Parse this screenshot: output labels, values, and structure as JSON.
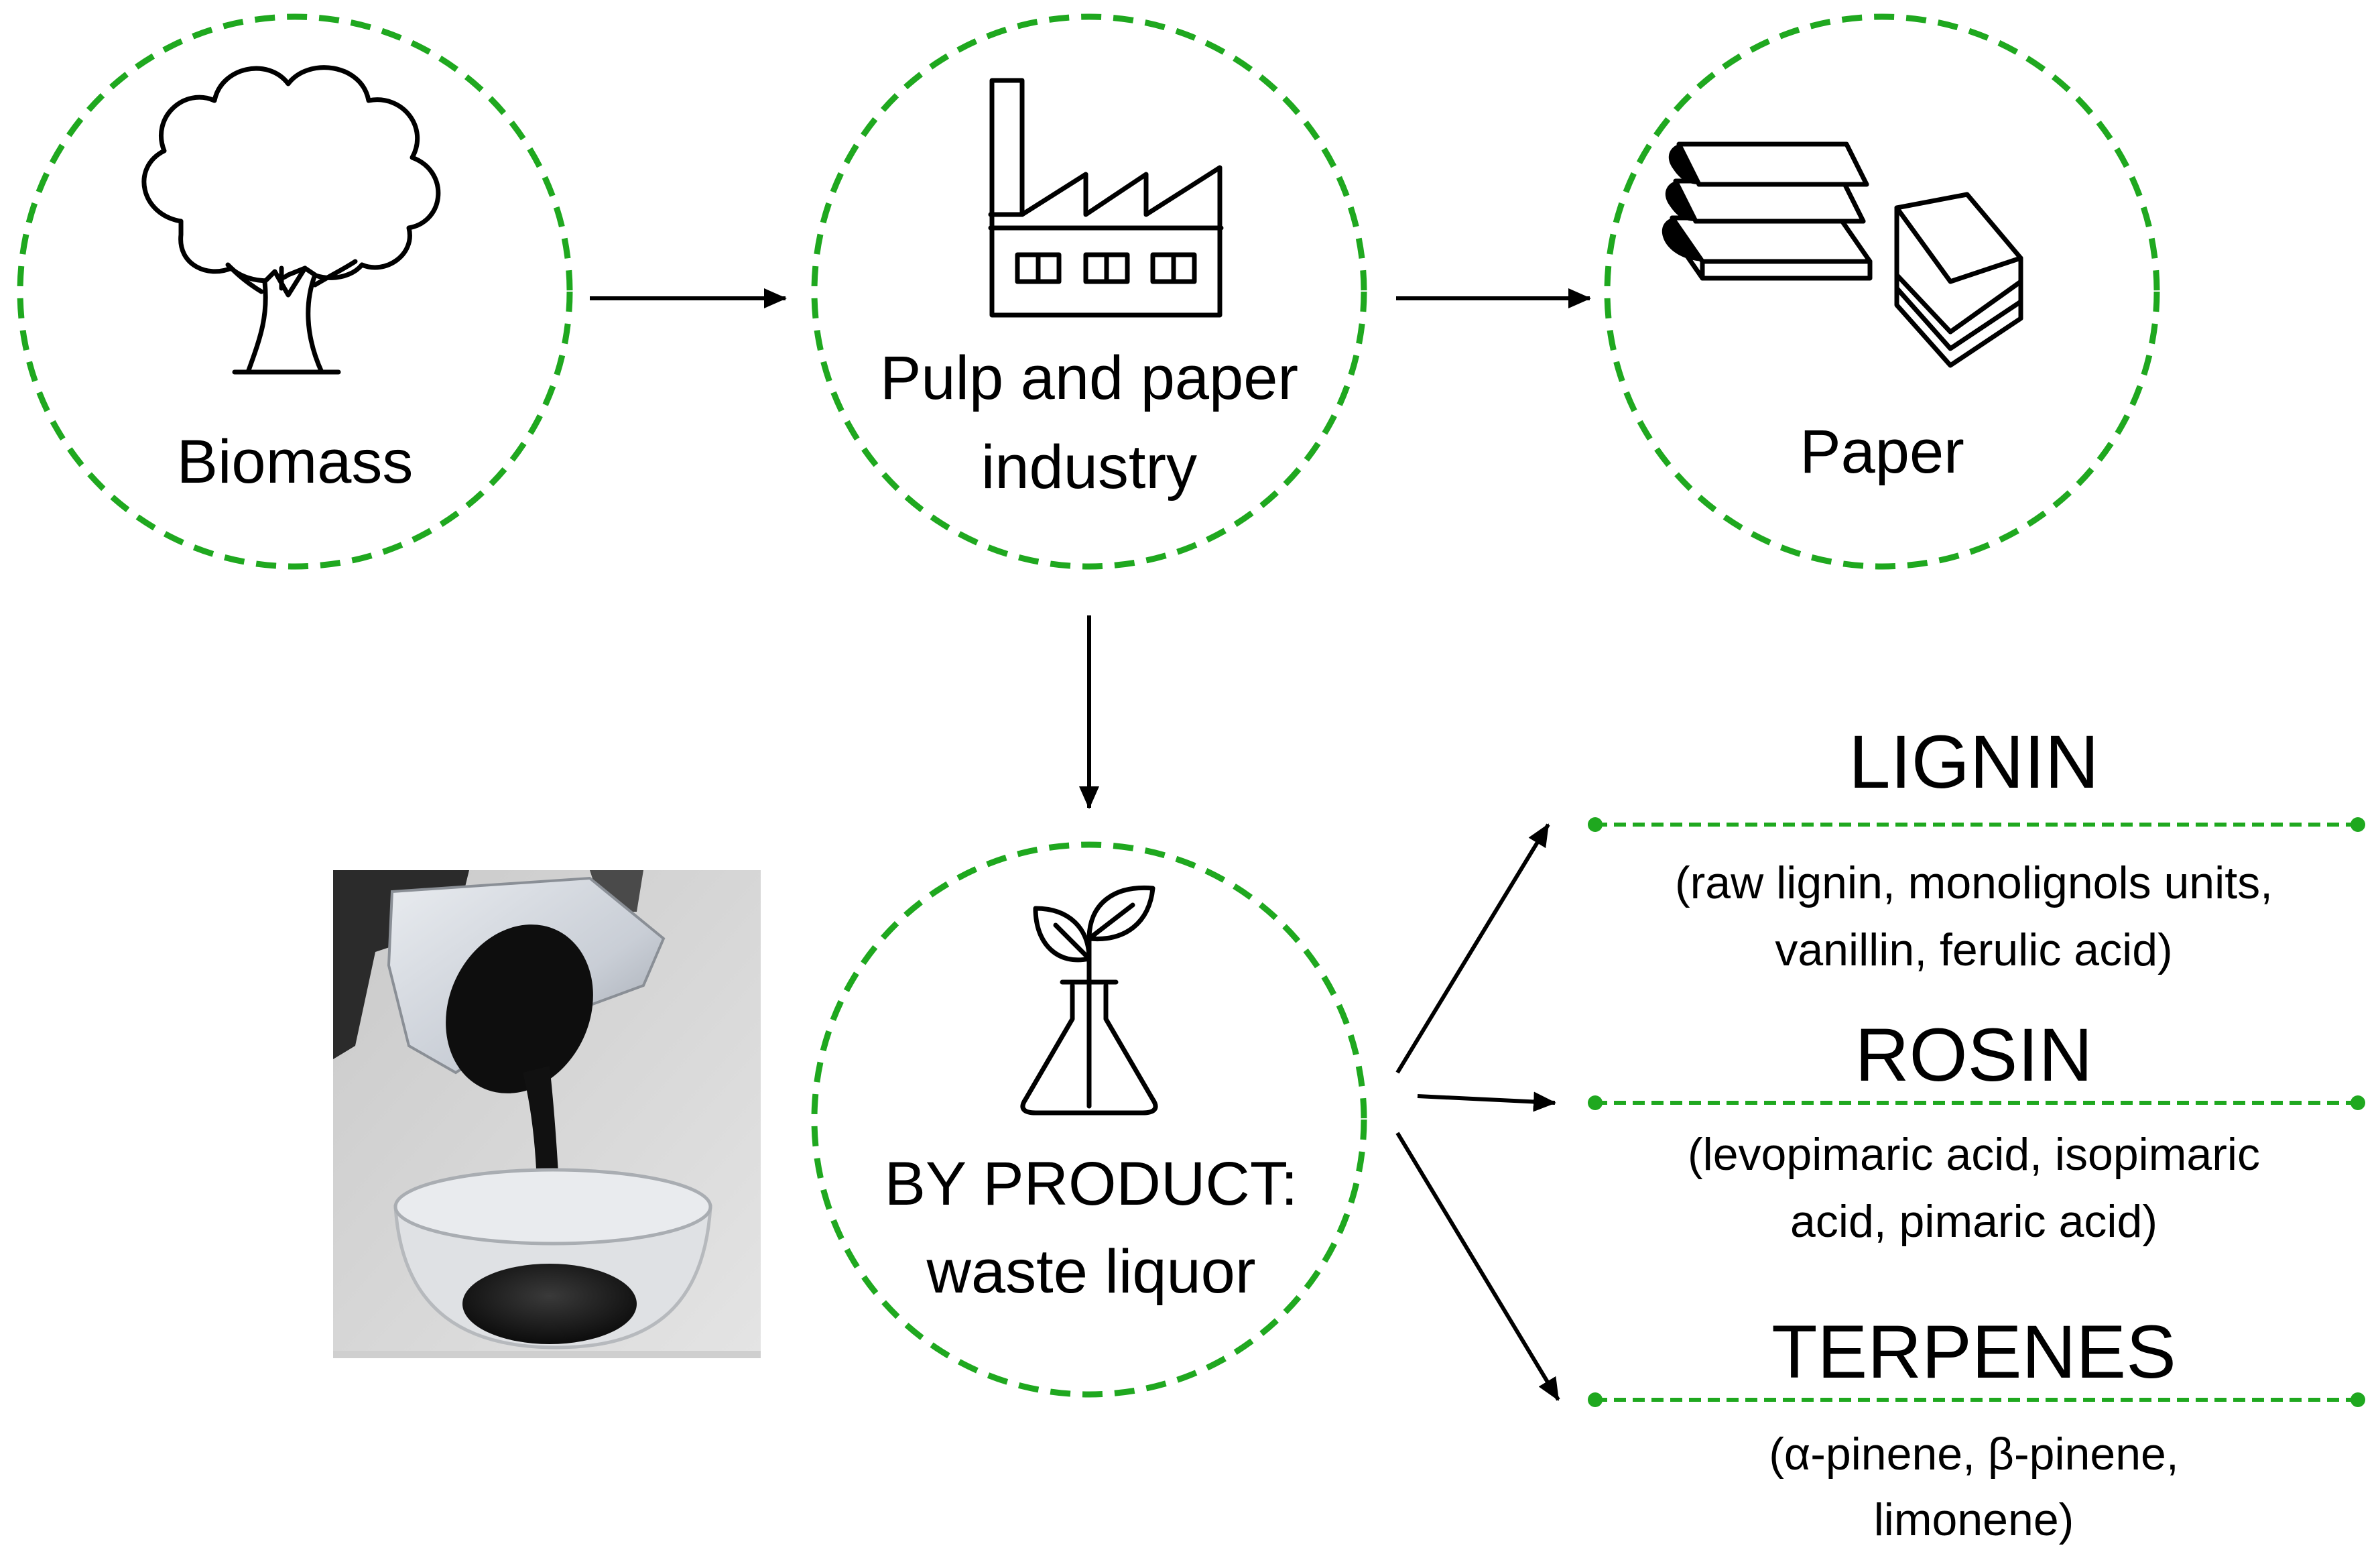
{
  "colors": {
    "accent_green": "#1fa81f",
    "arrow": "#000000",
    "text": "#000000"
  },
  "nodes": {
    "biomass": {
      "label": "Biomass",
      "icon": "tree-icon"
    },
    "industry": {
      "label_line1": "Pulp and paper",
      "label_line2": "industry",
      "icon": "factory-icon"
    },
    "paper": {
      "label": "Paper",
      "icon": "books-paper-icon"
    },
    "byproduct": {
      "label_line1": "BY PRODUCT:",
      "label_line2": "waste liquor",
      "icon": "plant-flask-icon"
    }
  },
  "photo": {
    "icon": "black-liquor-pouring-photo"
  },
  "products": [
    {
      "title": "LIGNIN",
      "detail_line1": "(raw lignin, monolignols units,",
      "detail_line2": "vanillin, ferulic acid)"
    },
    {
      "title": "ROSIN",
      "detail_line1": "(levopimaric acid, isopimaric",
      "detail_line2": "acid, pimaric acid)"
    },
    {
      "title": "TERPENES",
      "detail_line1": "(α-pinene, β-pinene,",
      "detail_line2": "limonene)"
    }
  ]
}
